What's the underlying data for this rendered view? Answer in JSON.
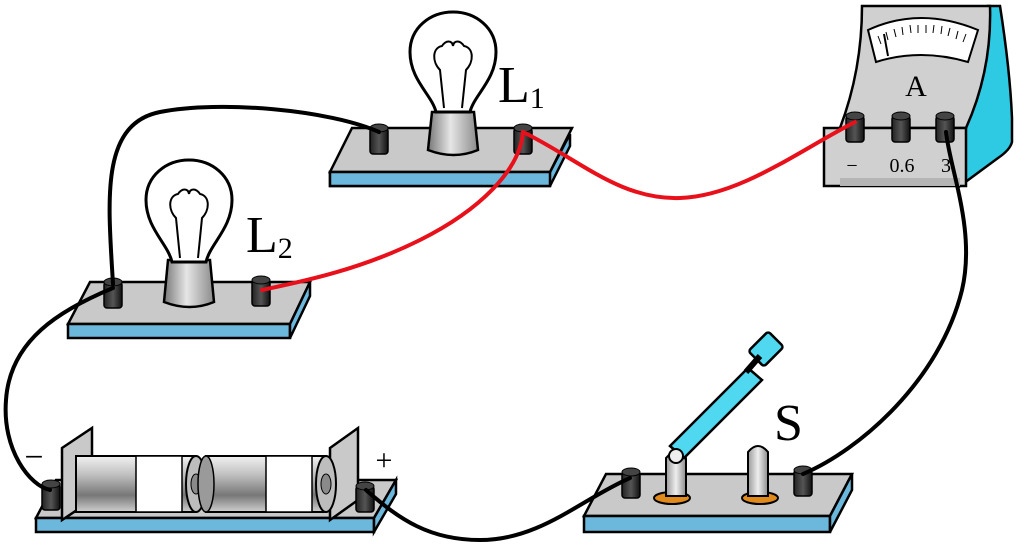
{
  "labels": {
    "lamp1": {
      "letter": "L",
      "sub": "1"
    },
    "lamp2": {
      "letter": "L",
      "sub": "2"
    },
    "switch": "S",
    "ammeter": "A",
    "battery_minus": "−",
    "battery_plus": "+"
  },
  "ammeter_terminals": [
    "−",
    "0.6",
    "3"
  ],
  "colors": {
    "wire_black": "#000000",
    "wire_red": "#e8101a",
    "board_top": "#c9c9c9",
    "board_side": "#6cb8dc",
    "handle": "#4fd8f0",
    "meter_side": "#2ec9e3",
    "switch_contact": "#e08a1c"
  }
}
